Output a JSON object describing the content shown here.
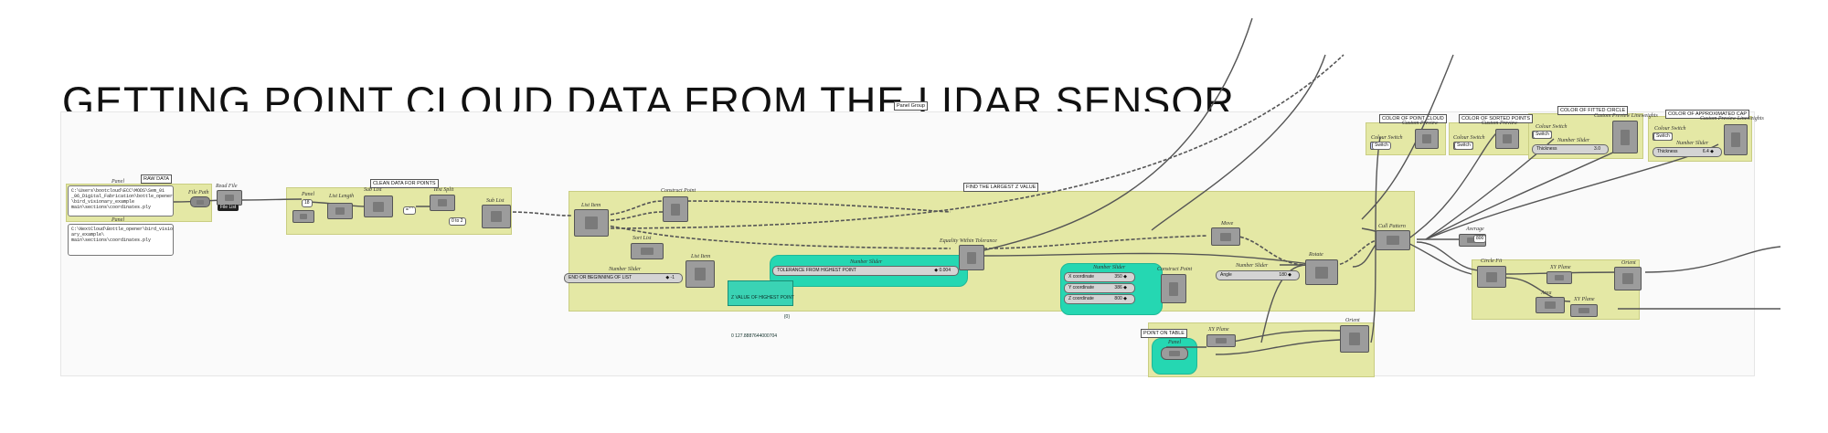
{
  "title": "GETTING POINT CLOUD DATA FROM THE LIDAR SENSOR",
  "groups": {
    "raw_data": "RAW DATA",
    "clean_data": "CLEAN DATA FOR POINTS",
    "find_largest": "FIND THE LARGEST Z VALUE",
    "point_on_table": "POINT ON TABLE",
    "color_point_cloud": "COLOR OF POINT CLOUD",
    "color_sorted": "COLOR OF SORTED POINTS",
    "color_fitted": "COLOR OF FITTED CIRCLE",
    "color_approx": "COLOR OF APPROXIMATED CAP",
    "top_tag": "Panel Group"
  },
  "labels": {
    "panel": "Panel",
    "read_file": "Read File",
    "file_path": "File Path",
    "list_length": "List Length",
    "text_split": "Text Split",
    "list_item": "List Item",
    "construct_point": "Construct Point",
    "sort_list": "Sort List",
    "number_slider": "Number Slider",
    "equality": "Equality Within Tolerance",
    "move": "Move",
    "rotate": "Rotate",
    "cull_pattern": "Cull Pattern",
    "average": "Average",
    "circle_fit": "Circle Fit",
    "orient": "Orient",
    "xy_plane": "XY Plane",
    "area": "Area",
    "colour_switch": "Colour Switch",
    "custom_preview": "Custom Preview",
    "sub_list": "Sub List",
    "custom_preview_lw": "Custom Preview Lineweights"
  },
  "values": {
    "file_path_1": "C:\\Users\\bootcloud\\ECC\\MODS\\Sem_01\n_06_Digital_Fabrication\\bottle_opener\n\\bird_visionary_example\nmain\\sections\\coordinates.ply",
    "file_path_2": "C:\\NextCloud\\Bottle_opener\\bird_vision\nary_example\\\nmain\\sections\\coordinates.ply",
    "file_list": "File List",
    "length_val": "18",
    "split_val": "= ' '",
    "sublist_val": "0 to 2",
    "end_begin": "END OR BEGINNING OF LIST",
    "end_begin_val": "◆ -1",
    "tolerance": "TOLERANCE FROM HIGHEST POINT",
    "tolerance_val": "◆ 0.004",
    "highest_title": "Z VALUE OF HIGHEST POINT",
    "highest_idx": "{0}",
    "highest_val": "0 127.8887644000704",
    "x_coord": "X coordinate",
    "x_val": "350 ◆",
    "y_coord": "Y coordinate",
    "y_val": "386 ◆",
    "z_coord": "Z coordinate",
    "z_val": "800 ◆",
    "angle": "Angle",
    "angle_val": "180 ◆",
    "average_val": "800",
    "thickness_1": "Thickness",
    "thickness_1_val": "3.0",
    "thickness_2": "Thickness",
    "thickness_2_val": "6.4 ◆",
    "switch": "Switch"
  },
  "colors": {
    "group_fill": "#e4e8a5",
    "teal": "#25d7b2",
    "wire": "#555555"
  }
}
